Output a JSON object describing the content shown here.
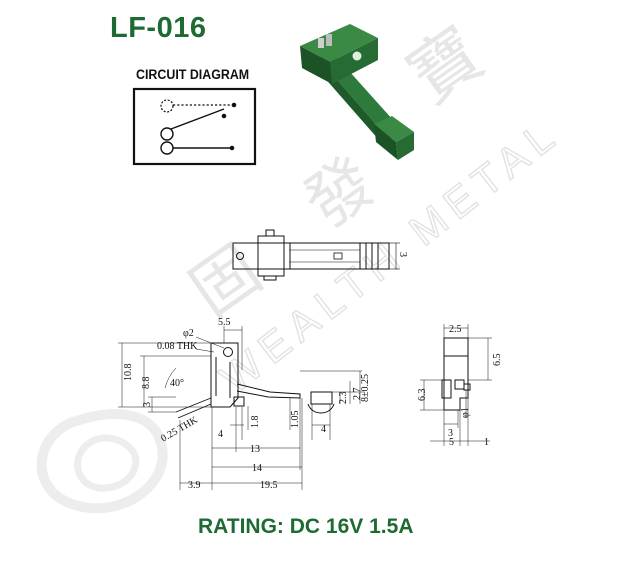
{
  "header": {
    "model": "LF-016",
    "circuit_diagram_title": "CIRCUIT DIAGRAM"
  },
  "footer": {
    "rating": "RATING: DC 16V 1.5A"
  },
  "watermark": {
    "cjk_chars": [
      "固",
      "發",
      "寶"
    ],
    "latin_text": "WEALTH METAL",
    "color": "#e6e6e6"
  },
  "colors": {
    "brand_green": "#1d6b32",
    "line": "#111111"
  },
  "top_view": {
    "dims": {
      "width_right": "3"
    }
  },
  "side_view": {
    "dims": {
      "hole": "φ2",
      "top_offset": "5.5",
      "thk_top": "0.08 THK",
      "height_total": "10.8",
      "height_mid": "8.8",
      "angle": "40°",
      "base_small": "3",
      "thk_bottom": "0.25 THK",
      "gap_18": "1.8",
      "gap_105": "1.05",
      "w4_left": "4",
      "w4_right": "4",
      "h23": "2.3",
      "h27": "2.7",
      "h8": "8±0.25",
      "len13": "13",
      "len14": "14",
      "len39": "3.9",
      "len195": "19.5"
    }
  },
  "end_view": {
    "dims": {
      "top": "2.5",
      "height65": "6.5",
      "height63": "6.3",
      "pin": "φ1",
      "w3": "3",
      "w5": "5",
      "w1": "1"
    }
  }
}
